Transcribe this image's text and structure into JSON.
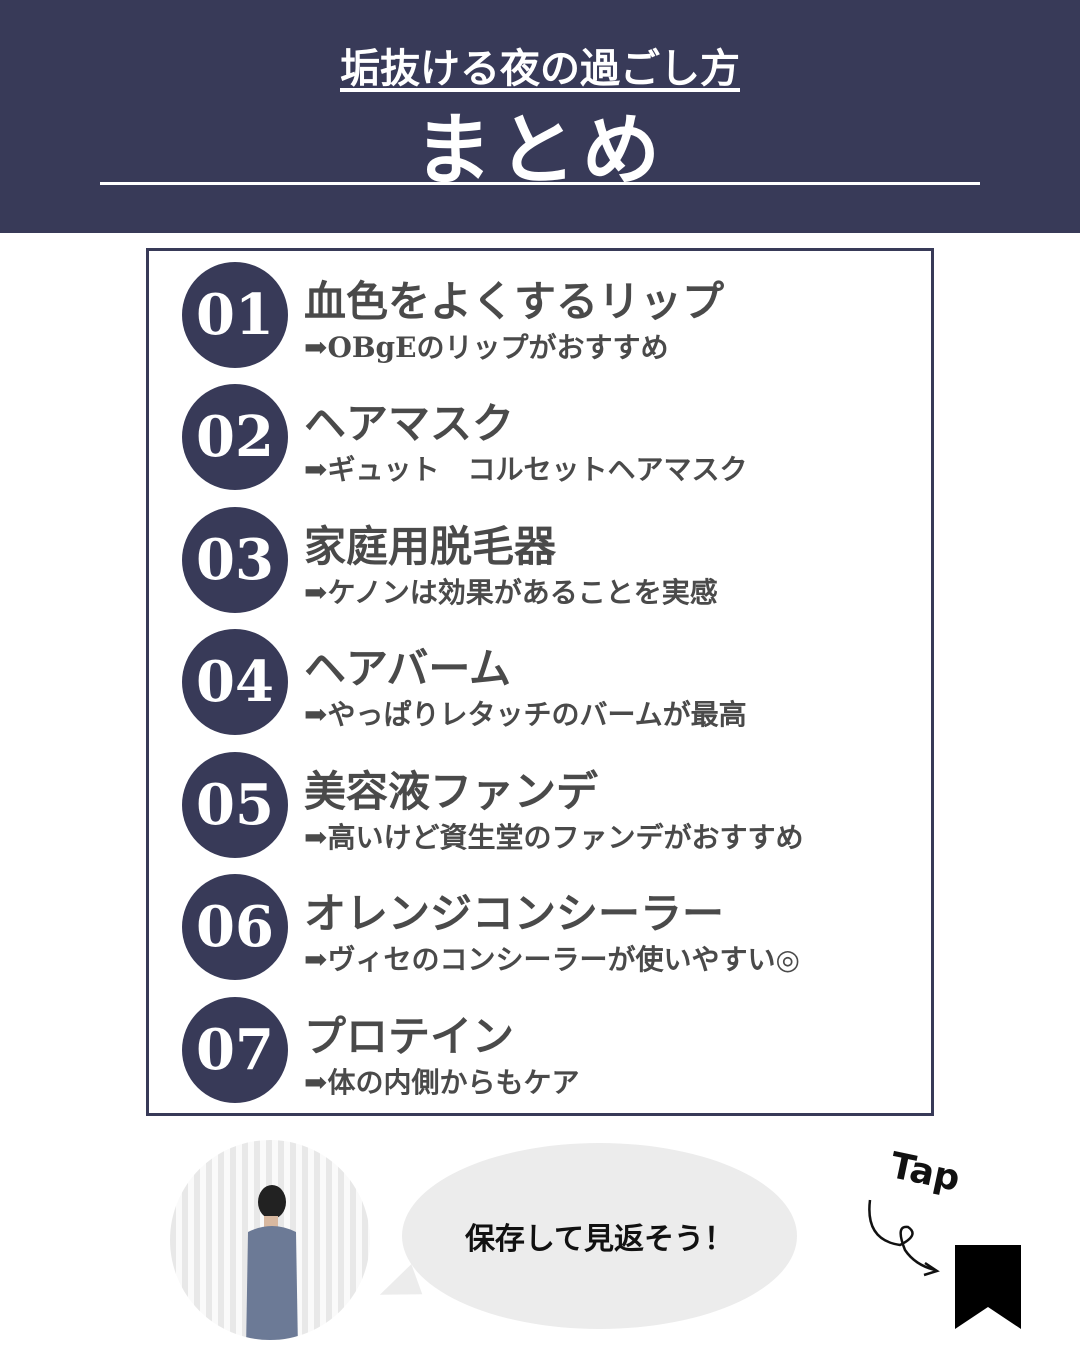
{
  "header": {
    "subtitle": "垢抜ける夜の過ごし方",
    "title": "まとめ"
  },
  "items": [
    {
      "num": "01",
      "title": "血色をよくするリップ",
      "desc": "➡OBgEのリップがおすすめ"
    },
    {
      "num": "02",
      "title": "ヘアマスク",
      "desc": "➡ギュット　コルセットヘアマスク"
    },
    {
      "num": "03",
      "title": "家庭用脱毛器",
      "desc": "➡ケノンは効果があることを実感"
    },
    {
      "num": "04",
      "title": "ヘアバーム",
      "desc": "➡やっぱりレタッチのバームが最高"
    },
    {
      "num": "05",
      "title": "美容液ファンデ",
      "desc": "➡高いけど資生堂のファンデがおすすめ"
    },
    {
      "num": "06",
      "title": "オレンジコンシーラー",
      "desc": "➡ヴィセのコンシーラーが使いやすい◎"
    },
    {
      "num": "07",
      "title": "プロテイン",
      "desc": "➡体の内側からもケア"
    }
  ],
  "footer": {
    "bubble": "保存して見返そう！",
    "tap": "Tap"
  },
  "colors": {
    "navy": "#383a58",
    "text": "#4a4a4a"
  }
}
